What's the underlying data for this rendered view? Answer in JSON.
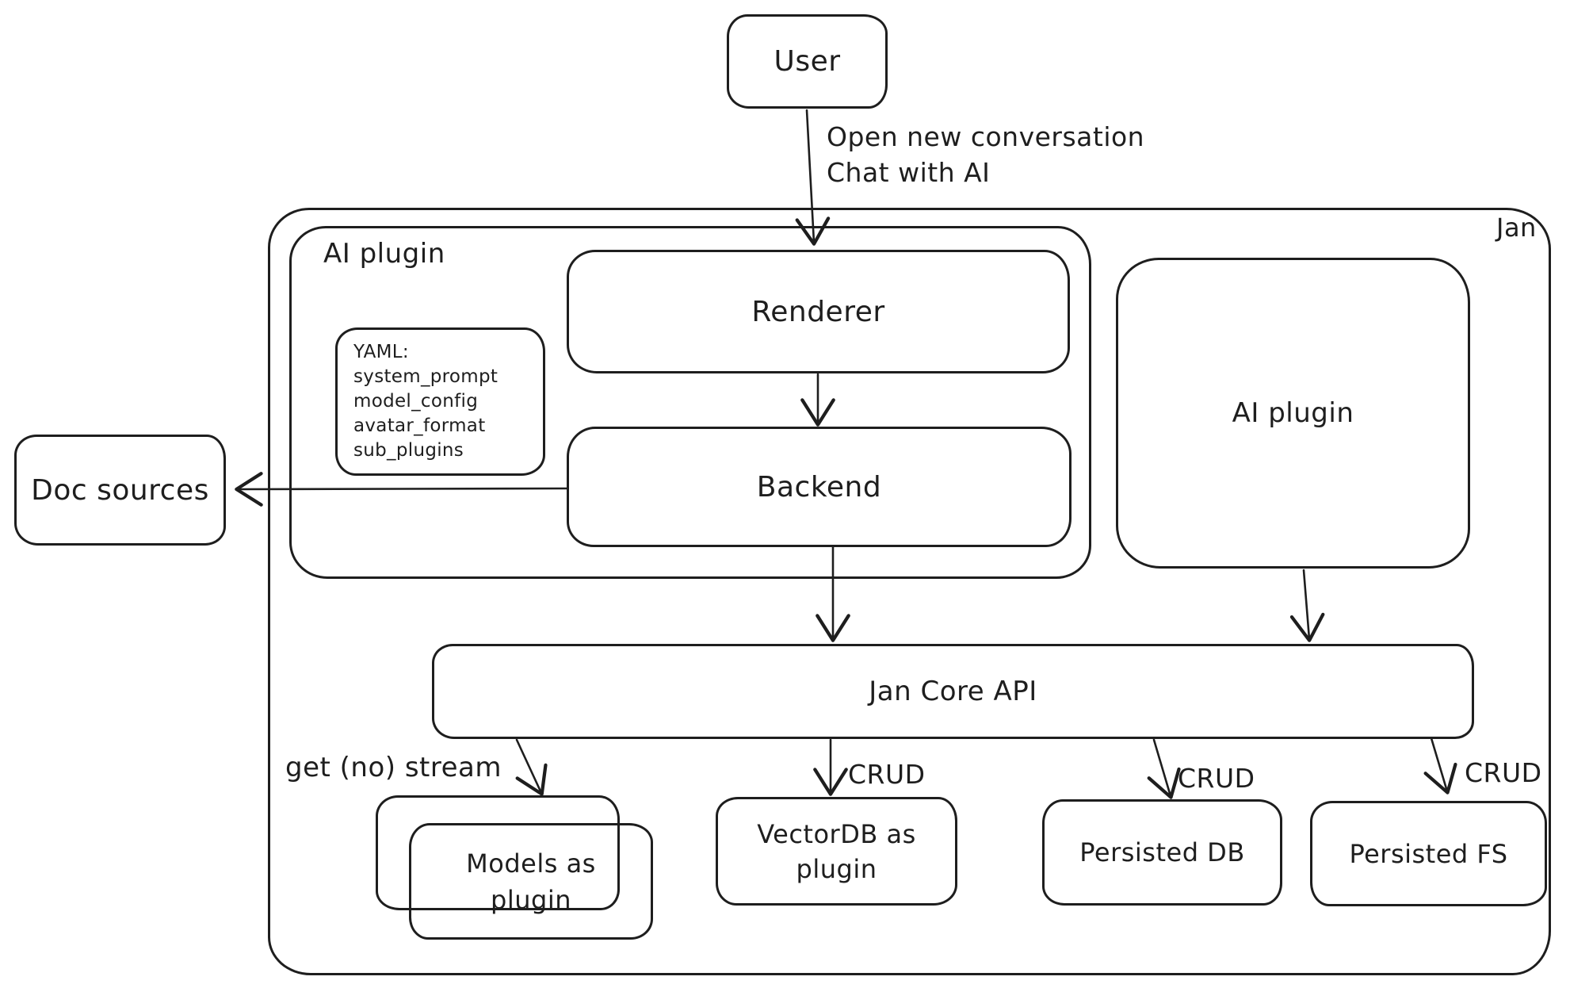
{
  "nodes": {
    "user": {
      "label": "User"
    },
    "jan_container": {
      "label": "Jan"
    },
    "ai_plugin_container": {
      "label": "AI plugin"
    },
    "yaml_note": {
      "lines": [
        "YAML:",
        "system_prompt",
        "model_config",
        "avatar_format",
        "sub_plugins"
      ]
    },
    "renderer": {
      "label": "Renderer"
    },
    "backend": {
      "label": "Backend"
    },
    "ai_plugin": {
      "label": "AI plugin"
    },
    "doc_sources": {
      "label": "Doc sources"
    },
    "jan_core_api": {
      "label": "Jan Core API"
    },
    "models_as_plugin": {
      "lines": [
        "Models as",
        "plugin"
      ]
    },
    "vectordb_as_plugin": {
      "lines": [
        "VectorDB as",
        "plugin"
      ]
    },
    "persisted_db": {
      "label": "Persisted DB"
    },
    "persisted_fs": {
      "label": "Persisted FS"
    }
  },
  "edge_labels": {
    "user_to_renderer": {
      "lines": [
        "Open new conversation",
        "Chat with AI"
      ]
    },
    "api_to_models": "get (no) stream",
    "api_to_vectordb": "CRUD",
    "api_to_persisted_db": "CRUD",
    "api_to_persisted_fs": "CRUD"
  },
  "edges": [
    {
      "from": "User",
      "to": "Renderer",
      "label": "Open new conversation Chat with AI"
    },
    {
      "from": "Renderer",
      "to": "Backend",
      "label": ""
    },
    {
      "from": "Backend",
      "to": "Doc sources",
      "label": ""
    },
    {
      "from": "Backend",
      "to": "Jan Core API",
      "label": ""
    },
    {
      "from": "AI plugin",
      "to": "Jan Core API",
      "label": ""
    },
    {
      "from": "Jan Core API",
      "to": "Models as plugin",
      "label": "get (no) stream"
    },
    {
      "from": "Jan Core API",
      "to": "VectorDB as plugin",
      "label": "CRUD"
    },
    {
      "from": "Jan Core API",
      "to": "Persisted DB",
      "label": "CRUD"
    },
    {
      "from": "Jan Core API",
      "to": "Persisted FS",
      "label": "CRUD"
    }
  ],
  "colors": {
    "stroke": "#1e1e1e",
    "background": "#ffffff"
  }
}
